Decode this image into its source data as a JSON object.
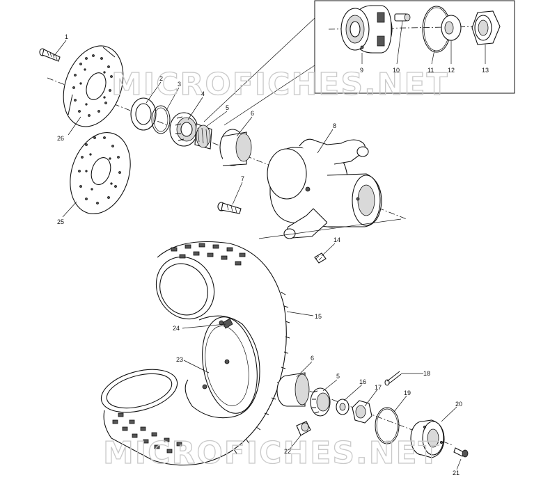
{
  "watermark": {
    "top_text": "MICROFICHES.NET",
    "bottom_text": "MICROFICHES.NET"
  },
  "labels": {
    "p1": "1",
    "p2": "2",
    "p3": "3",
    "p4": "4",
    "p5a": "5",
    "p5b": "5",
    "p6a": "6",
    "p6b": "6",
    "p7": "7",
    "p8": "8",
    "p9": "9",
    "p10": "10",
    "p11": "11",
    "p12": "12",
    "p13": "13",
    "p14": "14",
    "p15": "15",
    "p16": "16",
    "p17": "17",
    "p18": "18",
    "p19": "19",
    "p20": "20",
    "p21": "21",
    "p22": "22",
    "p23": "23",
    "p24": "24",
    "p25": "25",
    "p26": "26"
  },
  "colors": {
    "ink": "#111111",
    "watermark": "#c9c9c9"
  }
}
